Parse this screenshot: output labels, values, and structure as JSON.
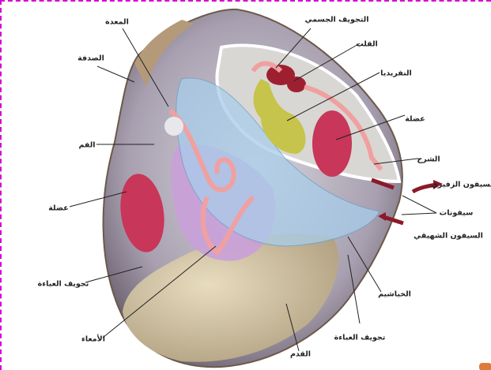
{
  "title": "Clam anatomy",
  "labels": {
    "stomach": "المعدة",
    "shell": "الصدفة",
    "mouth": "الفم",
    "muscle_left": "عضلة",
    "mantle_cavity_left": "تجويف العباءة",
    "intestine": "الأمعاء",
    "body_cavity": "التجويف الجسمي",
    "heart": "القلب",
    "nephridia": "النفريديا",
    "muscle_right": "عضلة",
    "anus": "الشرج",
    "excurrent_siphon": "السيفون الزفيري",
    "siphons": "سيفونات",
    "incurrent_siphon": "السيفون الشهيقي",
    "gills": "الخياشيم",
    "mantle_cavity_bottom": "تجويف العباءة",
    "foot": "القدم"
  },
  "colors": {
    "border": "#d400d4",
    "arrow": "#8b1a2b",
    "muscle": "#c8365a",
    "gill": "#a9cdea"
  }
}
